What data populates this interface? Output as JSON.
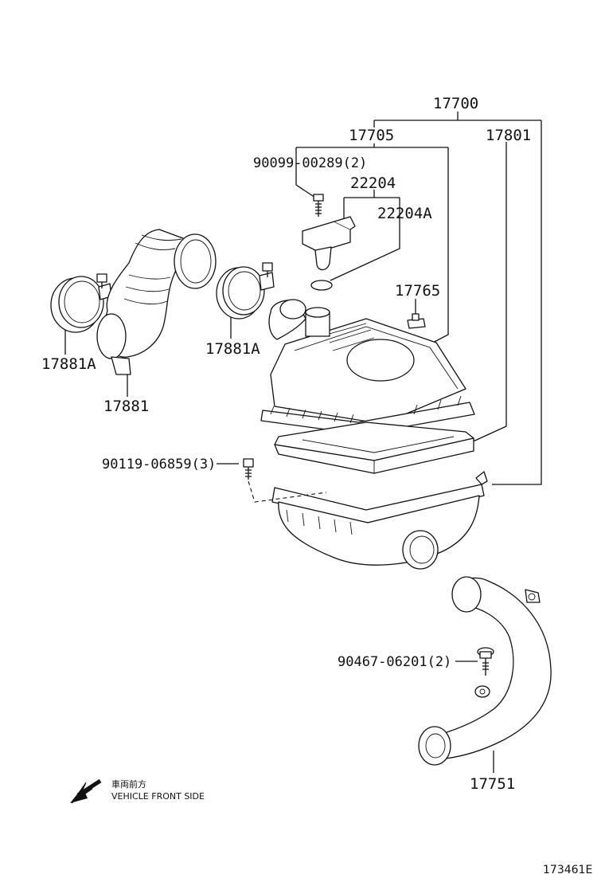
{
  "parts": {
    "p17700": "17700",
    "p17705": "17705",
    "p17801": "17801",
    "p90099": "90099-00289(2)",
    "p22204": "22204",
    "p22204A": "22204A",
    "p17765": "17765",
    "p17881A_left": "17881A",
    "p17881A_right": "17881A",
    "p17881": "17881",
    "p90119": "90119-06859(3)",
    "p90467": "90467-06201(2)",
    "p17751": "17751"
  },
  "direction": {
    "japanese": "車両前方",
    "english": "VEHICLE FRONT SIDE",
    "icon": "arrow-down-left-icon"
  },
  "illustration_code": "173461E"
}
